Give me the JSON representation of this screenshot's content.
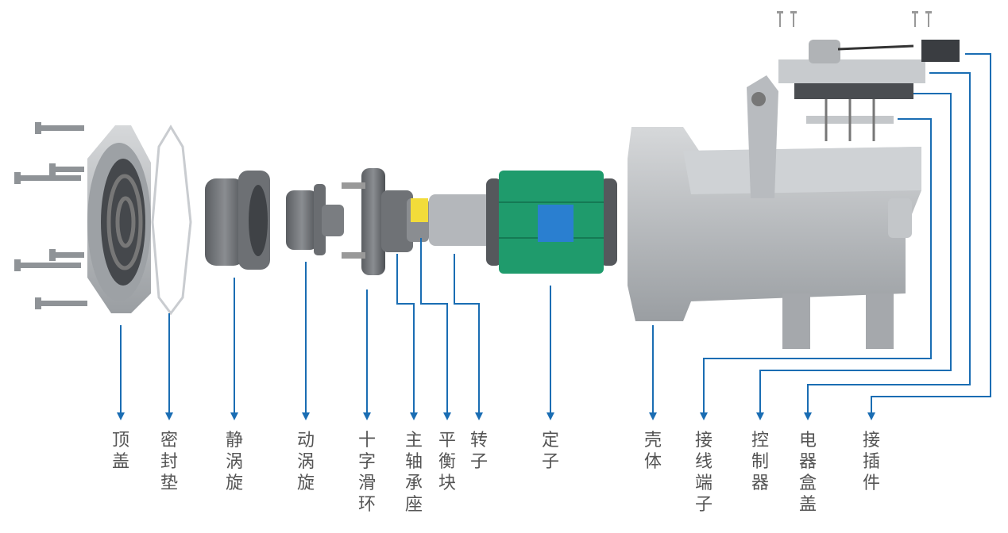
{
  "colors": {
    "leader": "#1a6db3",
    "label": "#555555",
    "stator": "#1f9b6c",
    "stator_block": "#2a7fd0",
    "counterweight": "#f2dc3a",
    "metal": "#b9bcc0"
  },
  "labels": [
    {
      "id": "top-cover",
      "text": "顶盖"
    },
    {
      "id": "gasket",
      "text": "密封垫"
    },
    {
      "id": "fixed-scroll",
      "text": "静涡旋"
    },
    {
      "id": "orbiting-scroll",
      "text": "动涡旋"
    },
    {
      "id": "oldham-ring",
      "text": "十字滑环"
    },
    {
      "id": "main-bearing-seat",
      "text": "主轴承座"
    },
    {
      "id": "balance-weight",
      "text": "平衡块"
    },
    {
      "id": "rotor",
      "text": "转子"
    },
    {
      "id": "stator",
      "text": "定子"
    },
    {
      "id": "housing",
      "text": "壳体"
    },
    {
      "id": "terminal",
      "text": "接线端子"
    },
    {
      "id": "controller",
      "text": "控制器"
    },
    {
      "id": "electrical-box-cover",
      "text": "电器盒盖"
    },
    {
      "id": "connector",
      "text": "接插件"
    }
  ]
}
